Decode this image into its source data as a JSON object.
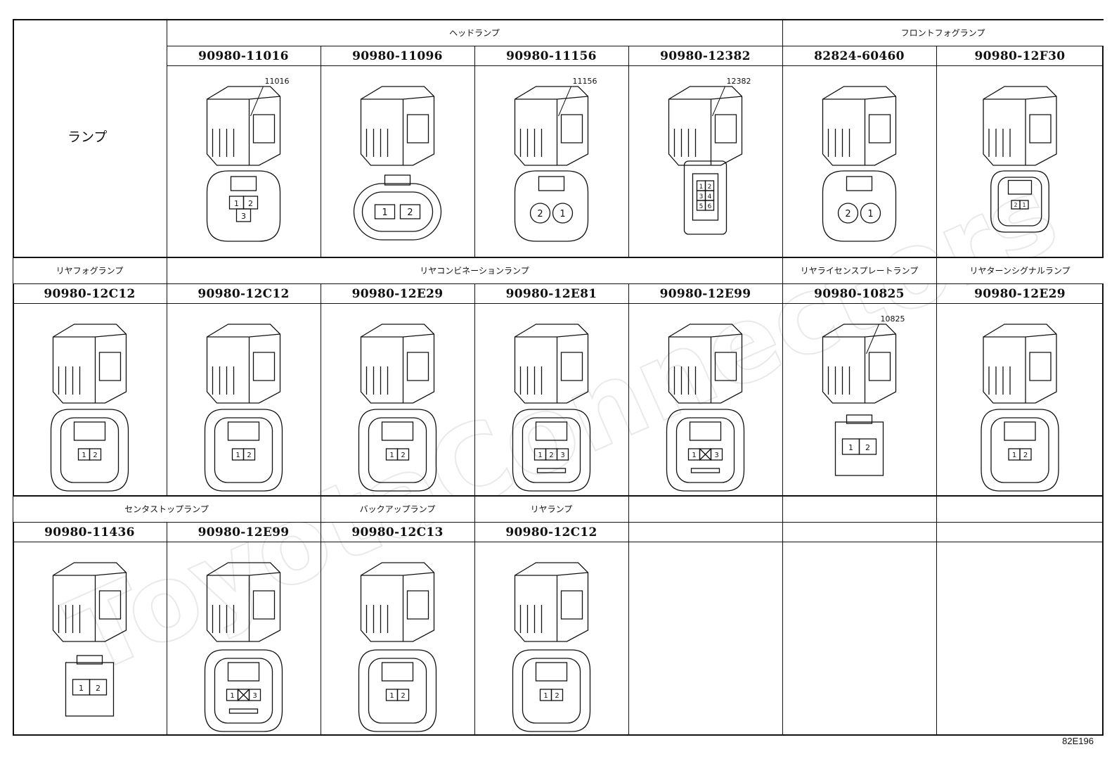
{
  "page": {
    "figure_code": "82E196"
  },
  "table": {
    "corner_label": "ランプ",
    "groups": [
      {
        "label": "ヘッドランプ",
        "row": 0,
        "col": 1,
        "span": 4
      },
      {
        "label": "フロントフォグランプ",
        "row": 0,
        "col": 5,
        "span": 2
      },
      {
        "label": "リヤフォグランプ",
        "row": 1,
        "col": 0,
        "span": 1
      },
      {
        "label": "リヤコンビネーションランプ",
        "row": 1,
        "col": 1,
        "span": 4
      },
      {
        "label": "リヤライセンスプレートランプ",
        "row": 1,
        "col": 5,
        "span": 1
      },
      {
        "label": "リヤターンシグナルランプ",
        "row": 1,
        "col": 6,
        "span": 1
      },
      {
        "label": "センタストップランプ",
        "row": 2,
        "col": 0,
        "span": 2
      },
      {
        "label": "バックアップランプ",
        "row": 2,
        "col": 2,
        "span": 1
      },
      {
        "label": "リヤランプ",
        "row": 2,
        "col": 3,
        "span": 1
      }
    ],
    "connectors": [
      {
        "part": "90980-11016",
        "row": 0,
        "col": 1,
        "kind": "tri",
        "pins": [
          "1",
          "2",
          "3"
        ],
        "tag": "11016"
      },
      {
        "part": "90980-11096",
        "row": 0,
        "col": 2,
        "kind": "oval",
        "pins": [
          "1",
          "2"
        ]
      },
      {
        "part": "90980-11156",
        "row": 0,
        "col": 3,
        "kind": "round",
        "pins": [
          "2",
          "1"
        ],
        "tag": "11156"
      },
      {
        "part": "90980-12382",
        "row": 0,
        "col": 4,
        "kind": "six",
        "pins": [
          "1",
          "2",
          "3",
          "4",
          "5",
          "6"
        ],
        "tag": "12382"
      },
      {
        "part": "82824-60460",
        "row": 0,
        "col": 5,
        "kind": "round",
        "pins": [
          "2",
          "1"
        ]
      },
      {
        "part": "90980-12F30",
        "row": 0,
        "col": 6,
        "kind": "small",
        "pins": [
          "2",
          "1"
        ]
      },
      {
        "part": "90980-12C12",
        "row": 1,
        "col": 0,
        "kind": "box",
        "pins": [
          "1",
          "2"
        ]
      },
      {
        "part": "90980-12C12",
        "row": 1,
        "col": 1,
        "kind": "box",
        "pins": [
          "1",
          "2"
        ]
      },
      {
        "part": "90980-12E29",
        "row": 1,
        "col": 2,
        "kind": "box",
        "pins": [
          "1",
          "2"
        ]
      },
      {
        "part": "90980-12E81",
        "row": 1,
        "col": 3,
        "kind": "box3",
        "pins": [
          "1",
          "2",
          "3"
        ]
      },
      {
        "part": "90980-12E99",
        "row": 1,
        "col": 4,
        "kind": "boxx",
        "pins": [
          "1",
          "",
          "3"
        ]
      },
      {
        "part": "90980-10825",
        "row": 1,
        "col": 5,
        "kind": "rect",
        "pins": [
          "1",
          "2"
        ],
        "tag": "10825"
      },
      {
        "part": "90980-12E29",
        "row": 1,
        "col": 6,
        "kind": "box",
        "pins": [
          "1",
          "2"
        ]
      },
      {
        "part": "90980-11436",
        "row": 2,
        "col": 0,
        "kind": "rect2",
        "pins": [
          "1",
          "2"
        ]
      },
      {
        "part": "90980-12E99",
        "row": 2,
        "col": 1,
        "kind": "boxx",
        "pins": [
          "1",
          "",
          "3"
        ]
      },
      {
        "part": "90980-12C13",
        "row": 2,
        "col": 2,
        "kind": "box",
        "pins": [
          "1",
          "2"
        ]
      },
      {
        "part": "90980-12C12",
        "row": 2,
        "col": 3,
        "kind": "box",
        "pins": [
          "1",
          "2"
        ]
      }
    ]
  }
}
